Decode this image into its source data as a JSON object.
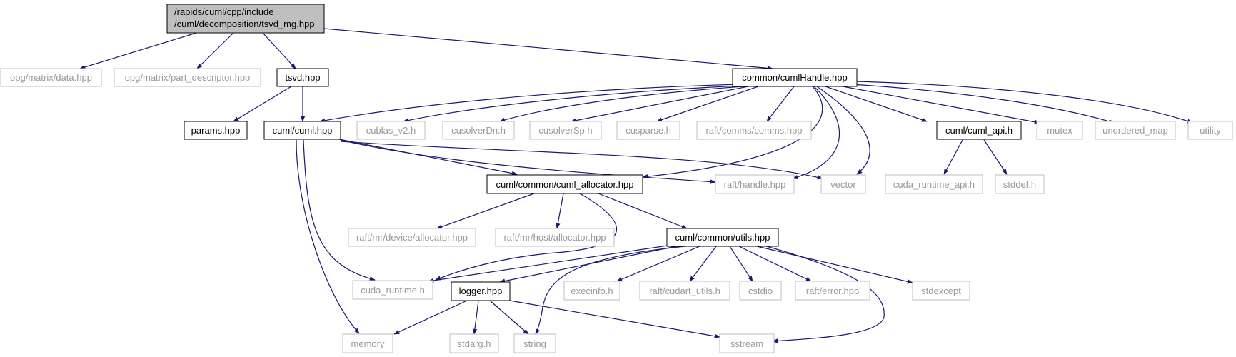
{
  "title_node": {
    "line1": "/rapids/cuml/cpp/include",
    "line2": "/cuml/decomposition/tsvd_mg.hpp"
  },
  "nodes": {
    "opg_data": "opg/matrix/data.hpp",
    "opg_part": "opg/matrix/part_descriptor.hpp",
    "tsvd": "tsvd.hpp",
    "cumlhandle": "common/cumlHandle.hpp",
    "params": "params.hpp",
    "cuml": "cuml/cuml.hpp",
    "cublas": "cublas_v2.h",
    "cusolverdn": "cusolverDn.h",
    "cusolversp": "cusolverSp.h",
    "cusparse": "cusparse.h",
    "comms": "raft/comms/comms.hpp",
    "cuml_api": "cuml/cuml_api.h",
    "mutex": "mutex",
    "unordered_map": "unordered_map",
    "utility": "utility",
    "cuml_allocator": "cuml/common/cuml_allocator.hpp",
    "raft_handle": "raft/handle.hpp",
    "vector": "vector",
    "cuda_runtime_api": "cuda_runtime_api.h",
    "stddef": "stddef.h",
    "device_alloc": "raft/mr/device/allocator.hpp",
    "host_alloc": "raft/mr/host/allocator.hpp",
    "utils": "cuml/common/utils.hpp",
    "cuda_runtime": "cuda_runtime.h",
    "logger": "logger.hpp",
    "execinfo": "execinfo.h",
    "cudart_utils": "raft/cudart_utils.h",
    "cstdio": "cstdio",
    "raft_error": "raft/error.hpp",
    "stdexcept": "stdexcept",
    "memory": "memory",
    "stdarg": "stdarg.h",
    "string": "string",
    "sstream": "sstream"
  },
  "colors": {
    "edge": "#191970",
    "doc_border": "#000000",
    "ext_border": "#bfbfbf",
    "ext_text": "#999999",
    "root_fill": "#bfbfbf"
  }
}
